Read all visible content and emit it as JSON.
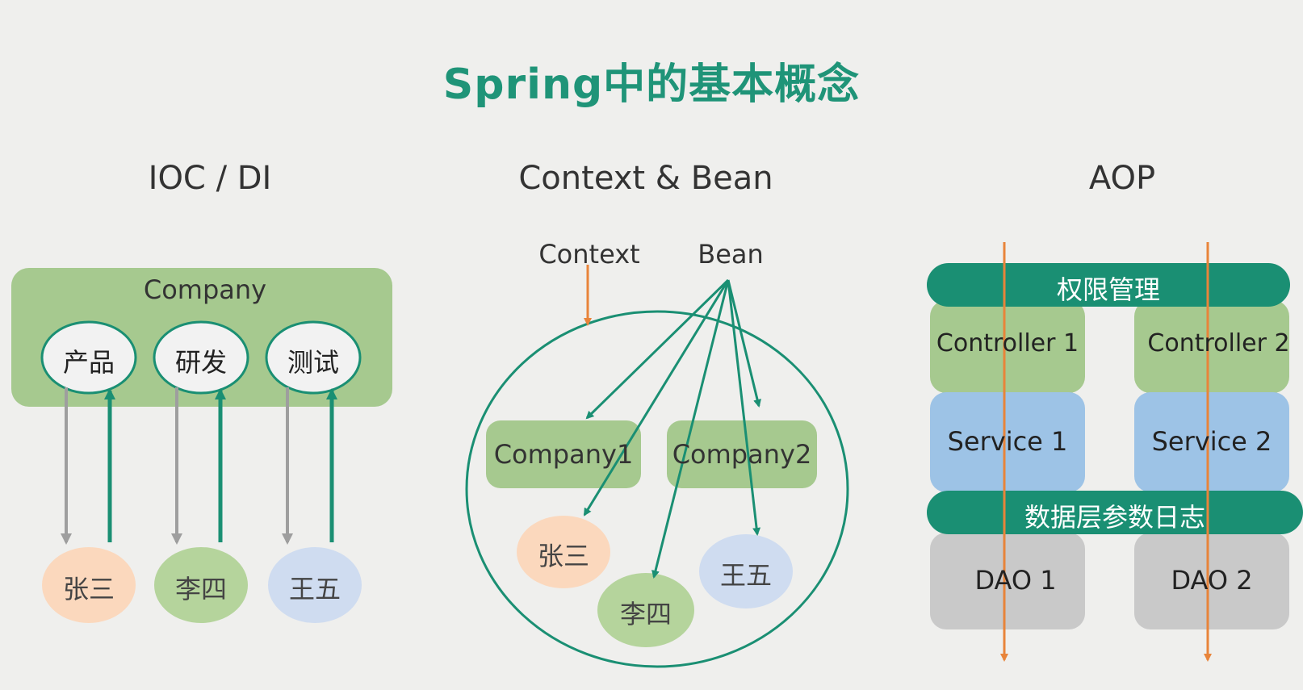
{
  "title": "Spring中的基本概念",
  "sections": {
    "ioc": {
      "title": "IOC / DI",
      "company": "Company",
      "departments": [
        "产品",
        "研发",
        "测试"
      ],
      "people": [
        "张三",
        "李四",
        "王五"
      ]
    },
    "context": {
      "title": "Context & Bean",
      "context_label": "Context",
      "bean_label": "Bean",
      "companies": [
        "Company1",
        "Company2"
      ],
      "people": [
        "张三",
        "李四",
        "王五"
      ]
    },
    "aop": {
      "title": "AOP",
      "auth_bar": "权限管理",
      "log_bar": "数据层参数日志",
      "controllers": [
        "Controller 1",
        "Controller 2"
      ],
      "services": [
        "Service 1",
        "Service 2"
      ],
      "daos": [
        "DAO 1",
        "DAO 2"
      ]
    }
  },
  "colors": {
    "title": "#1f9478",
    "teal": "#1a8f73",
    "orange": "#e8843a",
    "gray_arrow": "#9e9e9e",
    "company_box": "#a6c98f",
    "person_1": "#fbd8bd",
    "person_2": "#b5d49c",
    "person_3": "#cfdcf0",
    "service": "#9dc3e6",
    "dao": "#c9c9c9"
  }
}
